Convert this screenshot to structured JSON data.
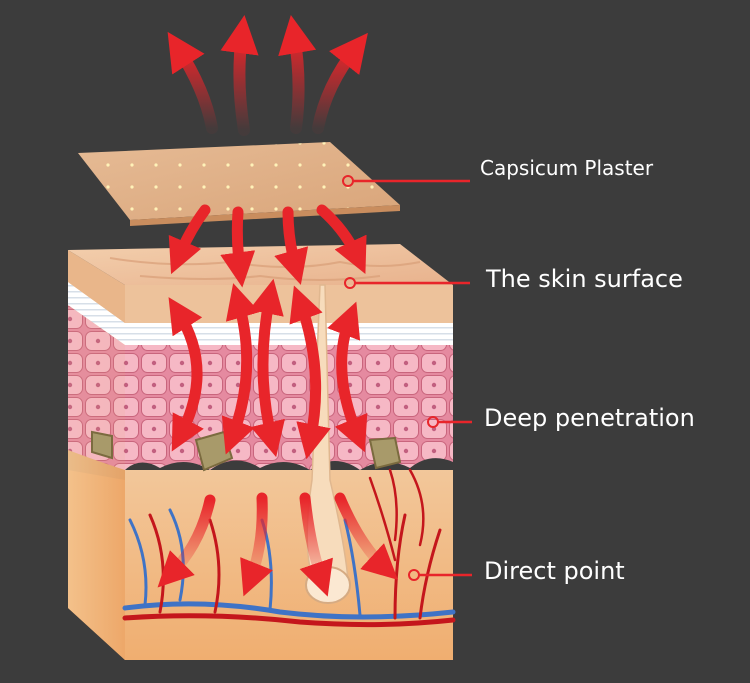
{
  "labels": {
    "plaster": "Capsicum Plaster",
    "surface": "The skin surface",
    "deep": "Deep penetration",
    "direct": "Direct point"
  },
  "colors": {
    "background": "#3c3c3c",
    "arrow": "#e8252a",
    "leader_line": "#e8252a",
    "plaster": "#e2b48f",
    "skin_surface": "#f0c9a2",
    "epidermis_cells": "#f3a3b4",
    "dermis": "#f4c28e",
    "artery": "#c4161c",
    "vein": "#3f73c6",
    "label_text": "#ffffff"
  }
}
